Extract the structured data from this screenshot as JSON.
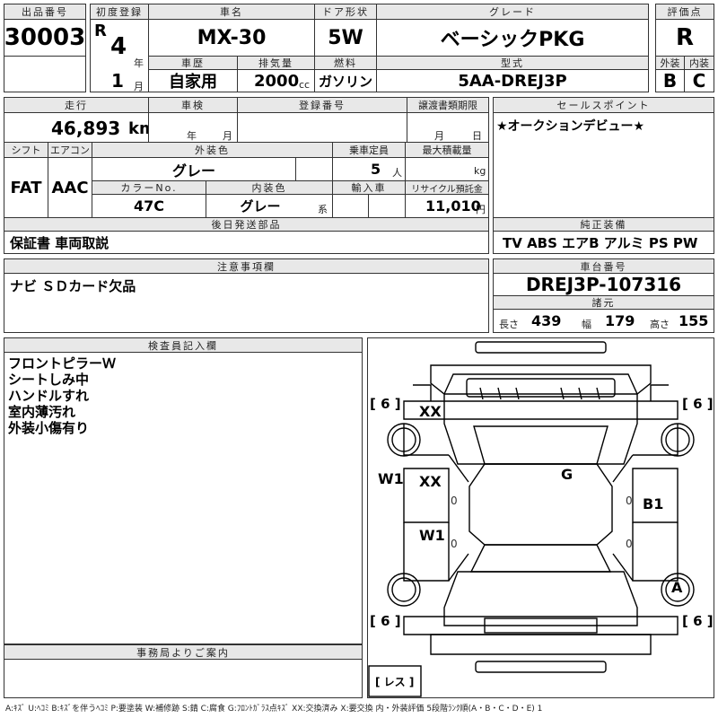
{
  "labels": {
    "lot_no": "出品番号",
    "first_reg": "初度登録",
    "car_name": "車名",
    "door_type": "ドア形状",
    "grade": "グレード",
    "score": "評価点",
    "history": "車歴",
    "displacement": "排気量",
    "fuel": "燃料",
    "model_code": "型式",
    "exterior": "外装",
    "interior": "内装",
    "mileage": "走行",
    "shaken": "車検",
    "reg_no": "登録番号",
    "transfer_deadline": "譲渡書類期限",
    "sales_points": "セールスポイント",
    "shift": "シフト",
    "aircon": "エアコン",
    "ext_color": "外装色",
    "capacity": "乗車定員",
    "max_load": "最大積載量",
    "color_no": "カラーNo.",
    "int_color": "内装色",
    "import": "輸入車",
    "recycle": "リサイクル預託金",
    "later_parts": "後日発送部品",
    "genuine_equip": "純正装備",
    "notes": "注意事項欄",
    "chassis": "車台番号",
    "dimensions": "諸元",
    "inspector": "検査員記入欄",
    "office": "事務局よりご案内"
  },
  "header": {
    "lot_no": "30003",
    "era": "R",
    "year": "4",
    "year_unit": "年",
    "month": "1",
    "month_unit": "月",
    "car_name": "MX-30",
    "door_type": "5W",
    "grade": "ベーシックPKG",
    "score": "R",
    "history": "自家用",
    "displacement": "2000",
    "displacement_unit": "cc",
    "fuel": "ガソリン",
    "model_code": "5AA-DREJ3P",
    "exterior": "B",
    "interior": "C"
  },
  "details": {
    "mileage": "46,893",
    "mileage_unit": "km",
    "shaken_year_unit": "年",
    "shaken_month_unit": "月",
    "transfer_month_unit": "月",
    "transfer_day_unit": "日",
    "sales_point": "★オークションデビュー★",
    "shift": "FAT",
    "aircon": "AAC",
    "ext_color": "グレー",
    "capacity": "5",
    "capacity_unit": "人",
    "max_load_unit": "kg",
    "color_no": "47C",
    "int_color": "グレー",
    "int_color_unit": "系",
    "recycle": "11,010",
    "recycle_unit": "円",
    "later_parts": "保証書 車両取説",
    "genuine_equip": "TV ABS エアB アルミ PS PW",
    "notes": "ナビ ＳＤカード欠品",
    "chassis": "DREJ3P-107316",
    "length_label": "長さ",
    "length": "439",
    "width_label": "幅",
    "width": "179",
    "height_label": "高さ",
    "height": "155"
  },
  "inspector_notes": [
    "フロントピラーＷ",
    "シートしみ中",
    "ハンドルすれ",
    "室内薄汚れ",
    "外装小傷有り"
  ],
  "diagram": {
    "tire_fl": "[ 6 ]",
    "tire_fr": "[ 6 ]",
    "tire_rl": "[ 6 ]",
    "tire_rr": "[ 6 ]",
    "mark_hood_left": "XX",
    "mark_front_door_left": "XX",
    "mark_pillar_left": "W1",
    "mark_rear_door_left": "W1",
    "mark_roof": "G",
    "mark_rear_door_right": "B1",
    "mark_rear_wheel_right": "A",
    "spare": "[ レス ]",
    "zero_marks": [
      "0",
      "0",
      "0",
      "0"
    ]
  },
  "footer_legend": "A:ｷｽﾞ U:ﾍｺﾐ B:ｷｽﾞを伴うﾍｺﾐ P:要塗装 W:補修跡 S:錆 C:腐食 G:ﾌﾛﾝﾄｶﾞﾗｽ点ｷｽﾞ XX:交換済み X:要交換 内・外装評価 5段階ﾗﾝｸ順(A・B・C・D・E) 1"
}
